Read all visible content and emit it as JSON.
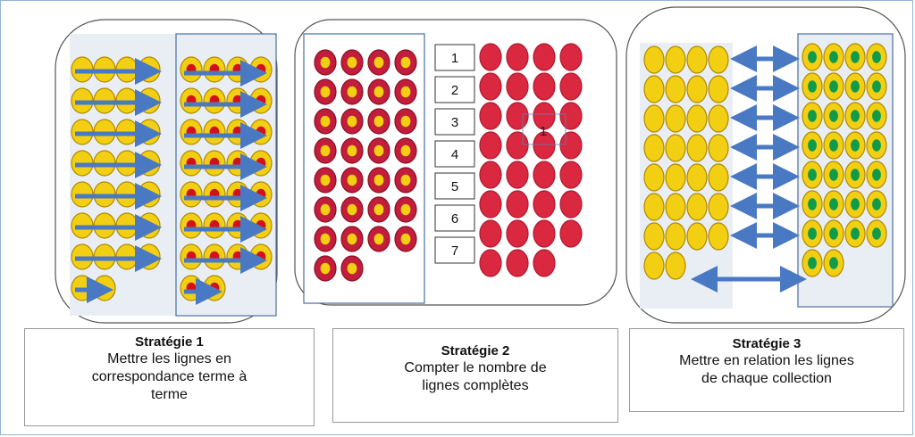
{
  "colors": {
    "yellow_token": "#f2cf12",
    "yellow_dark": "#b08a00",
    "red_token": "#c21d3a",
    "red_plain": "#d9283f",
    "dot_red": "#d40f1a",
    "dot_green": "#0f9b4a",
    "arrow_blue": "#4a79c4",
    "panel_bg": "#e9eef5",
    "panel_border": "#4a6fa5",
    "rounded_border": "#555555"
  },
  "panels": [
    {
      "id": "strategy-1",
      "left_rows": [
        4,
        4,
        4,
        4,
        4,
        4,
        4,
        2
      ],
      "right_rows": [
        4,
        4,
        4,
        4,
        4,
        4,
        4,
        2
      ],
      "right_dot": "red"
    },
    {
      "id": "strategy-2",
      "left_rows": [
        4,
        4,
        4,
        4,
        4,
        4,
        4,
        2
      ],
      "row_numbers": [
        "1",
        "2",
        "3",
        "4",
        "5",
        "6",
        "7"
      ],
      "overlay_number": "1",
      "right_rows": [
        4,
        4,
        4,
        4,
        4,
        4,
        4,
        3
      ]
    },
    {
      "id": "strategy-3",
      "left_rows": [
        4,
        4,
        4,
        4,
        4,
        4,
        4,
        2
      ],
      "right_rows": [
        4,
        4,
        4,
        4,
        4,
        4,
        4,
        2
      ],
      "right_dot": "green",
      "arrow_count": 8
    }
  ],
  "captions": [
    {
      "title": "Stratégie 1",
      "desc": [
        "Mettre les lignes en",
        "correspondance terme à",
        "terme"
      ]
    },
    {
      "title": "Stratégie 2",
      "desc": [
        "Compter le nombre de",
        "lignes complètes"
      ]
    },
    {
      "title": "Stratégie 3",
      "desc": [
        "Mettre en relation les lignes",
        "de chaque collection"
      ]
    }
  ]
}
